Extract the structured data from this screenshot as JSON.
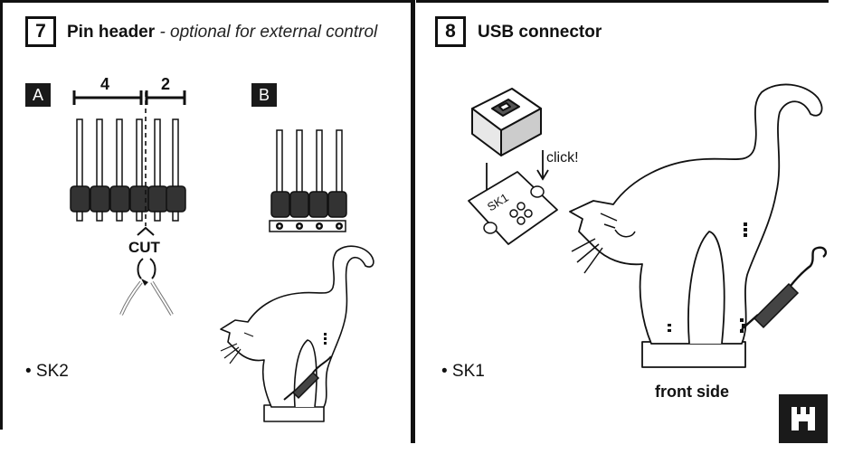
{
  "step7": {
    "number": "7",
    "title": "Pin header",
    "subtitle": "- optional for external control",
    "label_a": "A",
    "label_b": "B",
    "dim_left": "4",
    "dim_right": "2",
    "cut_label": "CUT",
    "bullet": "• SK2"
  },
  "step8": {
    "number": "8",
    "title": "USB connector",
    "click_label": "click!",
    "board_label": "SK1",
    "bullet": "• SK1",
    "caption": "front side"
  },
  "icons": [
    "pin-header-icon",
    "side-cutter-icon",
    "cat-board-icon",
    "soldering-iron-icon",
    "usb-connector-icon",
    "brand-logo-icon"
  ]
}
